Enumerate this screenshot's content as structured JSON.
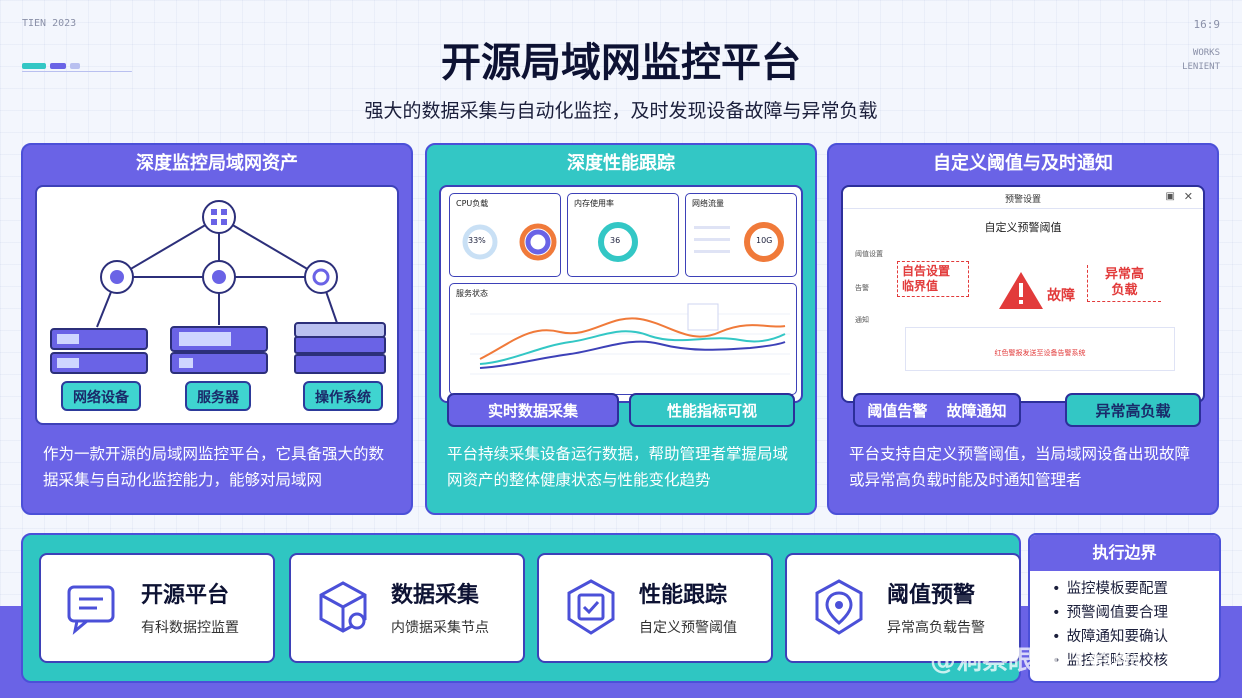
{
  "corner_left": "TIEN 2023",
  "corner_right_time": "16:9",
  "corner_right_lines": [
    "WORKS",
    "LENIENT"
  ],
  "title": "开源局域网监控平台",
  "subtitle": "强大的数据采集与自动化监控，及时发现设备故障与异常负载",
  "card1": {
    "head": "深度监控局域网资产",
    "devices": [
      "网络设备",
      "服务器",
      "操作系统"
    ],
    "desc": "作为一款开源的局域网监控平台，它具备强大的数据采集与自动化监控能力，能够对局域网"
  },
  "card2": {
    "head": "深度性能跟踪",
    "minis": [
      {
        "title": "CPU负载",
        "value": "33%"
      },
      {
        "title": "内存使用率",
        "value": "36"
      },
      {
        "title": "网络流量",
        "value": "10G"
      }
    ],
    "chart_title": "服务状态",
    "tags": [
      "实时数据采集",
      "性能指标可视"
    ],
    "desc": "平台持续采集设备运行数据，帮助管理者掌握局域网资产的整体健康状态与性能变化趋势"
  },
  "card3": {
    "head": "自定义阈值与及时通知",
    "window_title": "预警设置",
    "window_sub": "自定义预警阈值",
    "side_items": [
      "阈值设置",
      "告警",
      "通知"
    ],
    "left_alert": "自告设置\n临界值",
    "fault": "故障",
    "right_alert": "异常高\n负载",
    "note": "红色警报发送至设备告警系统",
    "tags": [
      "阈值告警",
      "故障通知",
      "异常高负载"
    ],
    "desc": "平台支持自定义预警阈值，当局域网设备出现故障或异常高负载时能及时通知管理者"
  },
  "features": [
    {
      "title": "开源平台",
      "sub": "有科数据控监置"
    },
    {
      "title": "数据采集",
      "sub": "内馈据采集节点"
    },
    {
      "title": "性能跟踪",
      "sub": "自定义预警阈值"
    },
    {
      "title": "阈值预警",
      "sub": "异常高负载告警"
    }
  ],
  "exec": {
    "head": "执行边界",
    "items": [
      "监控模板要配置",
      "预警阈值要合理",
      "故障通知要确认",
      "监控策略要校核"
    ]
  },
  "watermark": "@洞察眼MIT系统",
  "colors": {
    "purple": "#6a63e6",
    "teal": "#33c7c5",
    "navy": "#3d41b8",
    "red": "#e23b3b",
    "orange": "#f07a3a"
  }
}
